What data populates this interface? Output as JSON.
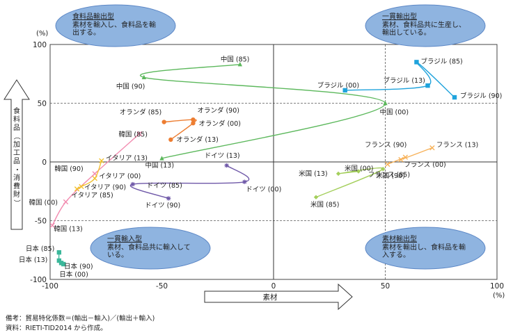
{
  "chart_data": {
    "type": "scatter",
    "title": "",
    "xlabel": "素材",
    "ylabel": "食料品（加工品・消費財）",
    "x_unit": "(%)",
    "y_unit": "(%)",
    "xlim": [
      -100,
      100
    ],
    "ylim": [
      -100,
      100
    ],
    "x_ticks": [
      -100,
      -50,
      0,
      50,
      100
    ],
    "y_ticks": [
      -100,
      -50,
      0,
      50,
      100
    ],
    "reference_lines": {
      "x": [
        0,
        50
      ],
      "y": [
        50,
        -50
      ]
    },
    "quadrants": [
      {
        "title": "食料品輸出型",
        "text": [
          "素材を輸入し、食料品を輸",
          "出する。"
        ]
      },
      {
        "title": "一貫輸出型",
        "text": [
          "素材、食料品共に生産し、",
          "輸出している。"
        ]
      },
      {
        "title": "一貫輸入型",
        "text": [
          "素材、食料品共に輸入して",
          "いる。"
        ]
      },
      {
        "title": "素材輸出型",
        "text": [
          "素材を輸出し、食料品を輸",
          "入する。"
        ]
      }
    ],
    "series": [
      {
        "name": "中国",
        "color": "#5cb85c",
        "marker": "triangle",
        "points": [
          {
            "label": "中国 (85)",
            "x": -15,
            "y": 83
          },
          {
            "label": "中国 (90)",
            "x": -58,
            "y": 72
          },
          {
            "label": "中国 (00)",
            "x": 50,
            "y": 50
          },
          {
            "label": "中国 (13)",
            "x": -50,
            "y": 3
          }
        ]
      },
      {
        "name": "ブラジル",
        "color": "#1fa3dc",
        "marker": "square",
        "points": [
          {
            "label": "ブラジル (00)",
            "x": 32,
            "y": 61
          },
          {
            "label": "ブラジル (13)",
            "x": 69,
            "y": 65
          },
          {
            "label": "ブラジル (85)",
            "x": 64,
            "y": 85
          },
          {
            "label": "ブラジル (90)",
            "x": 81,
            "y": 55
          }
        ]
      },
      {
        "name": "オランダ",
        "color": "#ed7d31",
        "marker": "circle",
        "points": [
          {
            "label": "オランダ (85)",
            "x": -49,
            "y": 34
          },
          {
            "label": "オランダ (90)",
            "x": -36,
            "y": 36
          },
          {
            "label": "オランダ (00)",
            "x": -36,
            "y": 33
          },
          {
            "label": "オランダ (13)",
            "x": -46,
            "y": 19
          }
        ]
      },
      {
        "name": "韓国",
        "color": "#f28cb0",
        "marker": "cross",
        "points": [
          {
            "label": "韓国 (85)",
            "x": -60,
            "y": 24
          },
          {
            "label": "韓国 (90)",
            "x": -80,
            "y": -10
          },
          {
            "label": "韓国 (00)",
            "x": -93,
            "y": -34
          },
          {
            "label": "韓国 (13)",
            "x": -99,
            "y": -54
          }
        ]
      },
      {
        "name": "イタリア",
        "color": "#f2c230",
        "marker": "cross",
        "points": [
          {
            "label": "イタリア (13)",
            "x": -77,
            "y": 1
          },
          {
            "label": "イタリア (00)",
            "x": -80,
            "y": -14
          },
          {
            "label": "イタリア (90)",
            "x": -86,
            "y": -21
          },
          {
            "label": "イタリア (85)",
            "x": -88,
            "y": -23
          }
        ]
      },
      {
        "name": "ドイツ",
        "color": "#6f58a8",
        "marker": "star",
        "points": [
          {
            "label": "ドイツ (13)",
            "x": -21,
            "y": -3
          },
          {
            "label": "ドイツ (00)",
            "x": -13,
            "y": -17
          },
          {
            "label": "ドイツ (85)",
            "x": -63,
            "y": -19
          },
          {
            "label": "ドイツ (90)",
            "x": -47,
            "y": -31
          }
        ]
      },
      {
        "name": "米国",
        "color": "#a4cf5c",
        "marker": "diamond",
        "points": [
          {
            "label": "米国 (00)",
            "x": 38,
            "y": -8
          },
          {
            "label": "米国 (13)",
            "x": 29,
            "y": -10
          },
          {
            "label": "米国 (90)",
            "x": 49,
            "y": -6
          },
          {
            "label": "米国 (85)",
            "x": 19,
            "y": -30
          }
        ]
      },
      {
        "name": "フランス",
        "color": "#f7b25a",
        "marker": "cross",
        "points": [
          {
            "label": "フランス (13)",
            "x": 71,
            "y": 12
          },
          {
            "label": "フランス (90)",
            "x": 57,
            "y": 2
          },
          {
            "label": "フランス (00)",
            "x": 59,
            "y": 4
          },
          {
            "label": "フランス (85)",
            "x": 51,
            "y": -2
          }
        ]
      },
      {
        "name": "日本",
        "color": "#3bb79a",
        "marker": "square",
        "points": [
          {
            "label": "日本 (85)",
            "x": -96,
            "y": -77
          },
          {
            "label": "日本 (13)",
            "x": -96,
            "y": -84
          },
          {
            "label": "日本 (90)",
            "x": -95,
            "y": -86
          },
          {
            "label": "日本 (00)",
            "x": -94,
            "y": -87
          }
        ]
      }
    ]
  },
  "notes": {
    "line1": "備考：貿易特化係数＝(輸出－輸入)／(輸出＋輸入)",
    "line2": "資料：RIETI-TID2014 から作成。"
  }
}
